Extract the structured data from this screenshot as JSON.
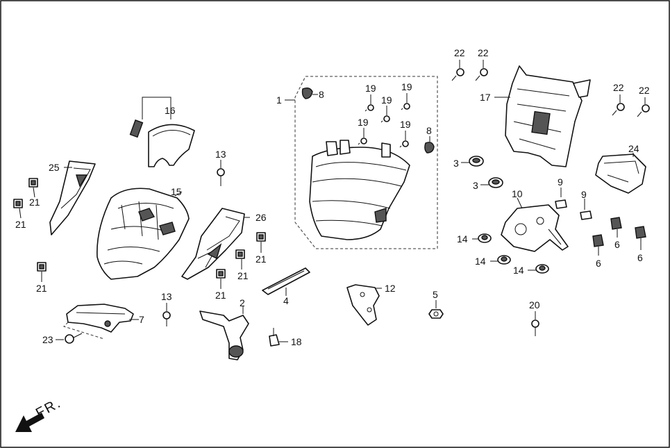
{
  "callouts": {
    "c1": "1",
    "c2": "2",
    "c3a": "3",
    "c3b": "3",
    "c4": "4",
    "c5": "5",
    "c6a": "6",
    "c6b": "6",
    "c6c": "6",
    "c7": "7",
    "c8a": "8",
    "c8b": "8",
    "c9a": "9",
    "c9b": "9",
    "c10": "10",
    "c12": "12",
    "c13a": "13",
    "c13b": "13",
    "c14a": "14",
    "c14b": "14",
    "c14c": "14",
    "c15": "15",
    "c16": "16",
    "c17": "17",
    "c18": "18",
    "c19a": "19",
    "c19b": "19",
    "c19c": "19",
    "c19d": "19",
    "c19e": "19",
    "c20": "20",
    "c21a": "21",
    "c21b": "21",
    "c21c": "21",
    "c21d": "21",
    "c21e": "21",
    "c21f": "21",
    "c22a": "22",
    "c22b": "22",
    "c22c": "22",
    "c22d": "22",
    "c23": "23",
    "c24": "24",
    "c25": "25",
    "c26": "26"
  },
  "direction": {
    "label": "FR."
  }
}
